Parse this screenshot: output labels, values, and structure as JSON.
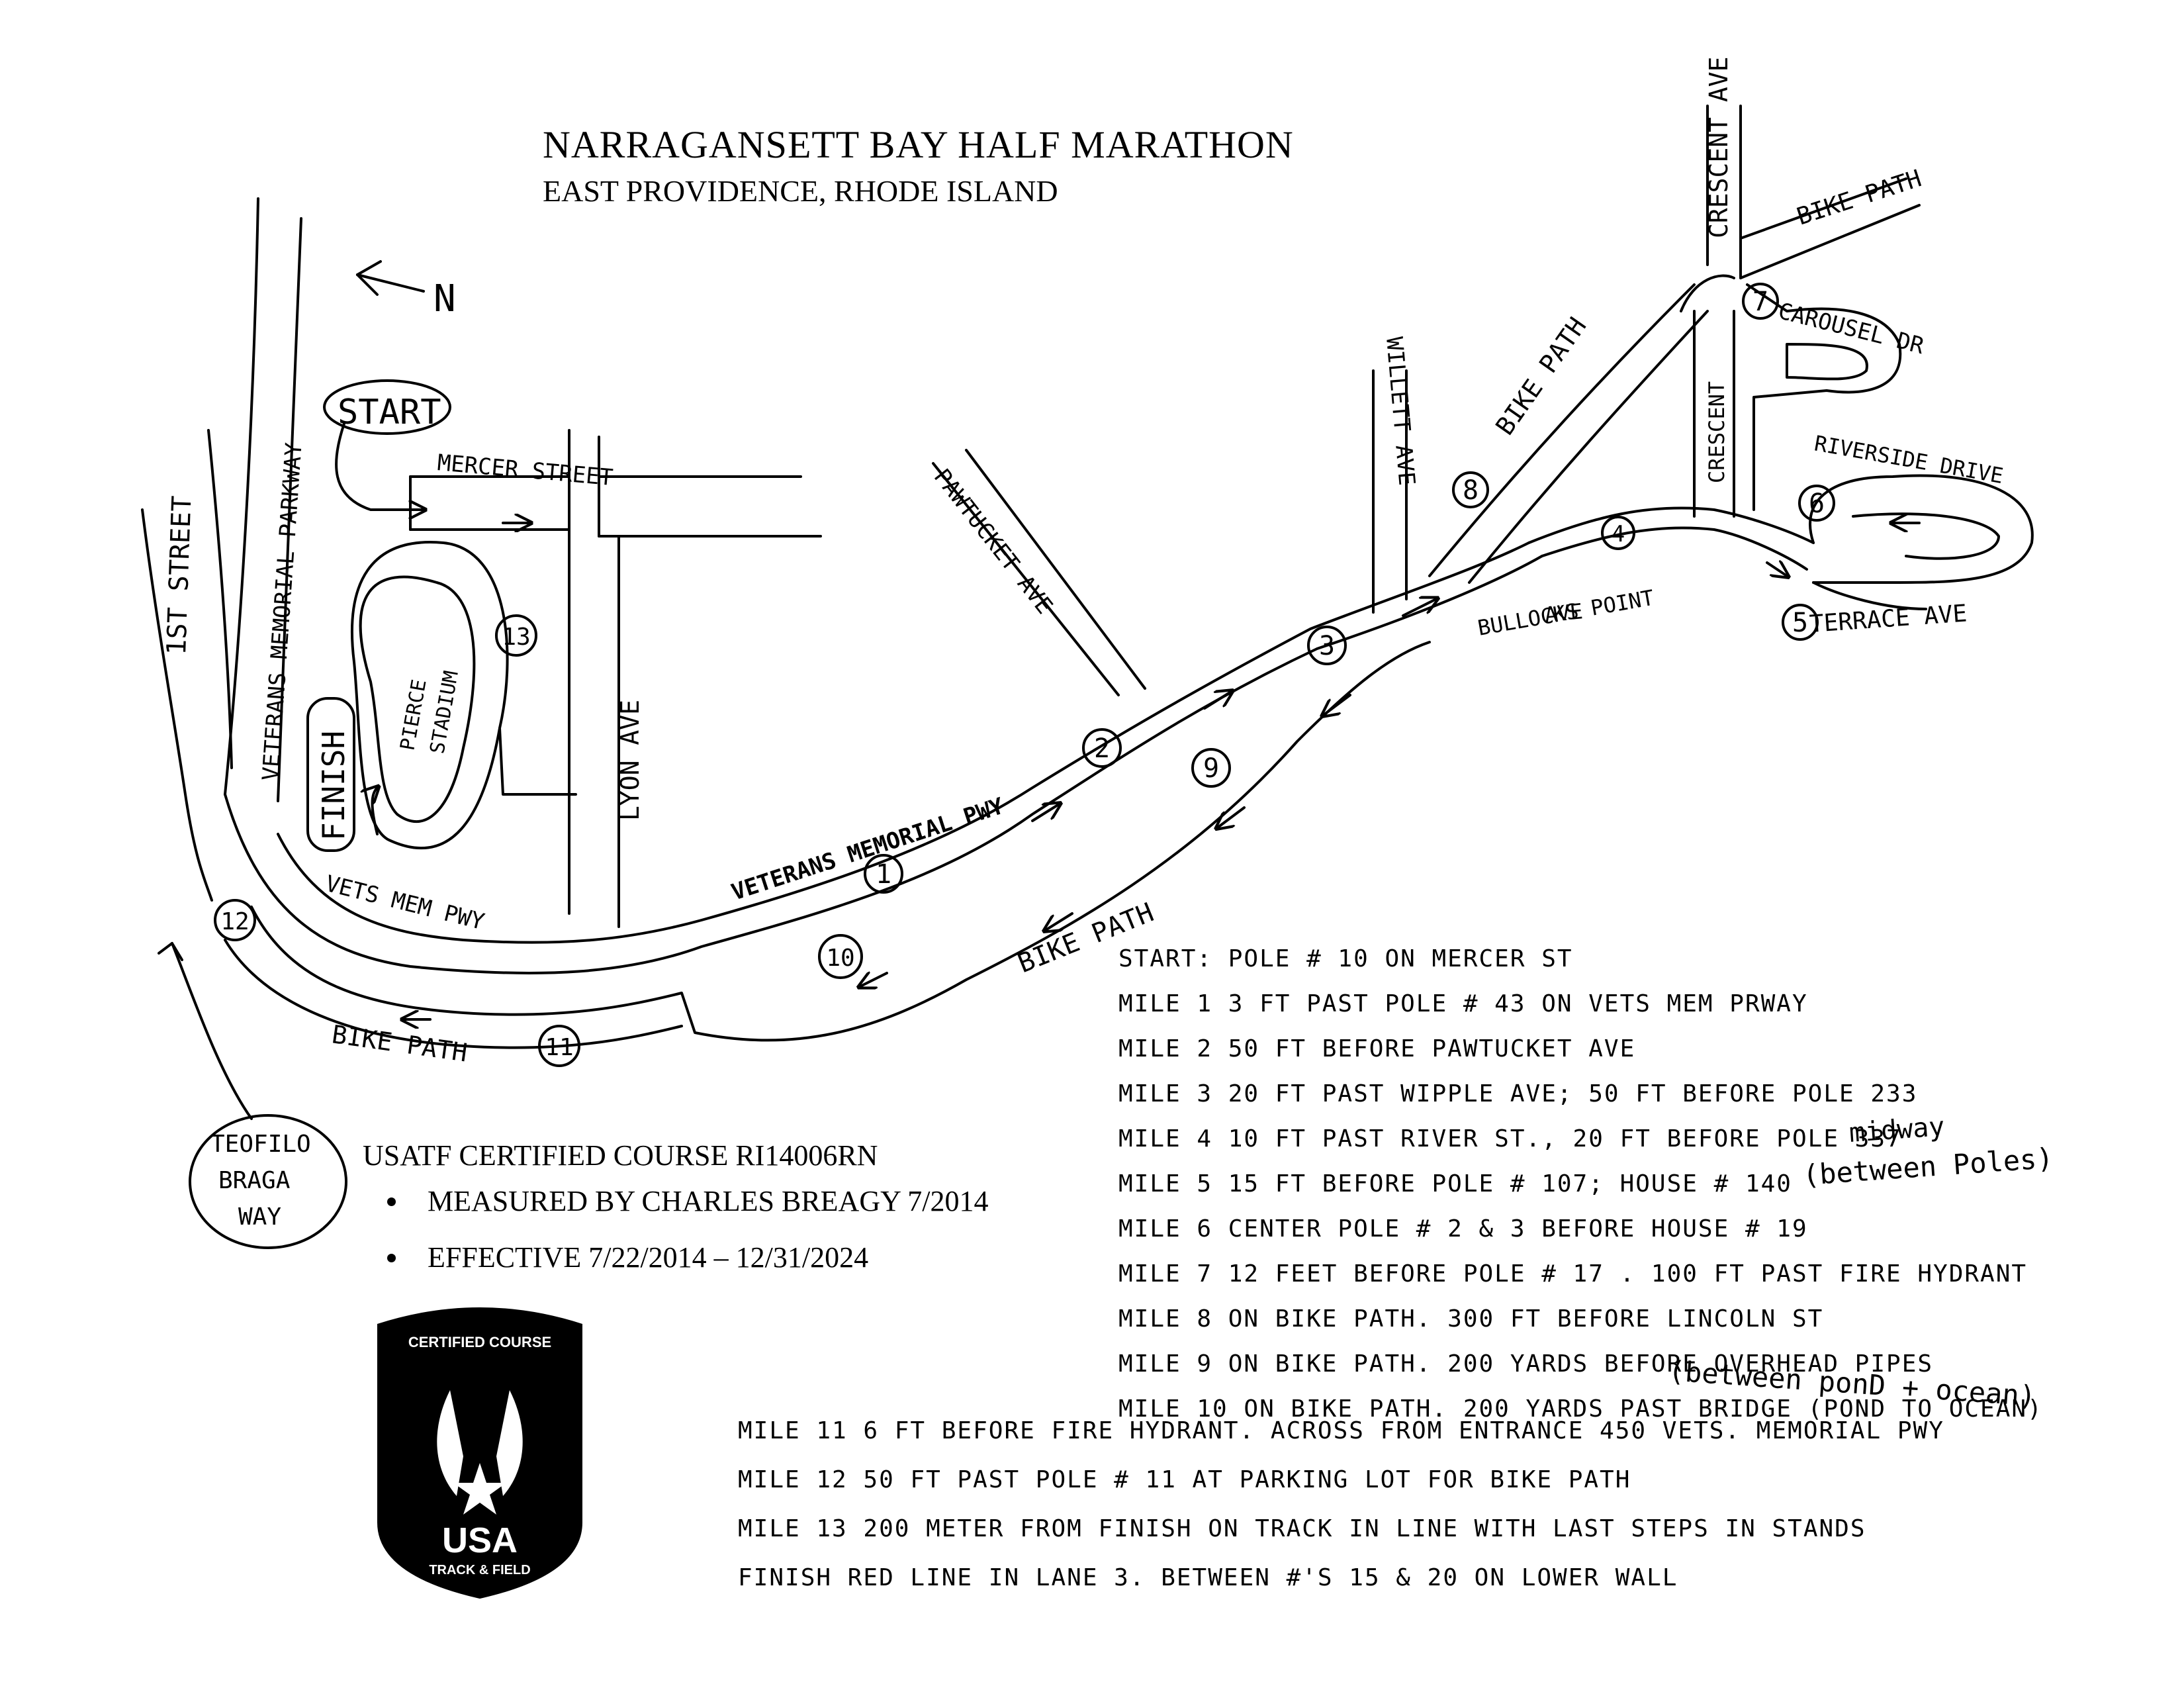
{
  "title": {
    "line1": "NARRAGANSETT BAY HALF MARATHON",
    "line2": "EAST PROVIDENCE, RHODE ISLAND"
  },
  "north_label": "N",
  "streets": {
    "first_street": "1ST STREET",
    "vets_parkway": "VETERANS MEMORIAL PARKWAY",
    "mercer": "MERCER STREET",
    "lyon": "LYON AVE",
    "pawtucket": "PAWTUCKET AVE",
    "willett": "WILLETT AVE",
    "crescent_top": "CRESCENT AVE",
    "crescent_mid": "CRESCENT",
    "bike_path_top": "BIKE PATH",
    "bike_path_diag": "BIKE PATH",
    "carousel": "CAROUSEL DR",
    "riverside": "RIVERSIDE DRIVE",
    "terrace": "TERRACE AVE",
    "bullocks_1": "BULLOCKS POINT",
    "bullocks_2": "AVE",
    "veterans_mem_pwy": "VETERANS MEMORIAL PWY",
    "vets_mem_pwy": "VETS MEM PWY",
    "bike_path_lower": "BIKE PATH",
    "bike_path_bottom": "BIKE PATH",
    "pierce_1": "PIERCE",
    "pierce_2": "STADIUM",
    "teofilo": [
      "TEOFILO",
      "BRAGA",
      "WAY"
    ]
  },
  "labels": {
    "start": "START",
    "finish": "FINISH"
  },
  "mile_markers": [
    "1",
    "2",
    "3",
    "4",
    "5",
    "6",
    "7",
    "8",
    "9",
    "10",
    "11",
    "12",
    "13"
  ],
  "certification": {
    "course": "USATF CERTIFIED COURSE  RI14006RN",
    "measured": "MEASURED BY CHARLES BREAGY 7/2014",
    "effective": "EFFECTIVE 7/22/2014 – 12/31/2024"
  },
  "badge": {
    "top_text": "CERTIFIED COURSE",
    "usa": "USA",
    "tf": "TRACK & FIELD"
  },
  "notes": [
    "START:  POLE # 10 ON MERCER ST",
    "MILE 1  3 FT PAST POLE # 43 ON VETS MEM PRWAY",
    "MILE 2  50 FT BEFORE PAWTUCKET AVE",
    "MILE 3  20 FT PAST WIPPLE AVE; 50 FT BEFORE POLE 233",
    "MILE 4  10 FT PAST RIVER ST., 20 FT BEFORE POLE 337",
    "MILE 5  15 FT BEFORE POLE # 107; HOUSE # 140",
    "MILE 6  CENTER POLE # 2 & 3 BEFORE HOUSE # 19",
    "MILE 7  12 FEET BEFORE POLE # 17 . 100 FT PAST FIRE HYDRANT",
    "MILE 8  ON BIKE PATH. 300 FT BEFORE LINCOLN ST",
    "MILE 9  ON BIKE PATH. 200 YARDS BEFORE OVERHEAD PIPES",
    "MILE 10 ON BIKE PATH. 200 YARDS PAST BRIDGE (POND TO OCEAN)"
  ],
  "note_extras": {
    "midway": "midway",
    "between_poles": "(between Poles)",
    "between_pond": "(between ponD + ocean)"
  },
  "notes_lower": [
    "MILE 11  6 FT BEFORE FIRE HYDRANT. ACROSS FROM ENTRANCE 450 VETS. MEMORIAL PWY",
    "MILE 12  50 FT PAST POLE # 11  AT PARKING LOT FOR BIKE PATH",
    "MILE 13  200 METER FROM FINISH ON TRACK IN LINE WITH LAST STEPS IN STANDS",
    "FINISH   RED LINE IN LANE 3.  BETWEEN #'S 15 & 20 ON LOWER WALL"
  ]
}
